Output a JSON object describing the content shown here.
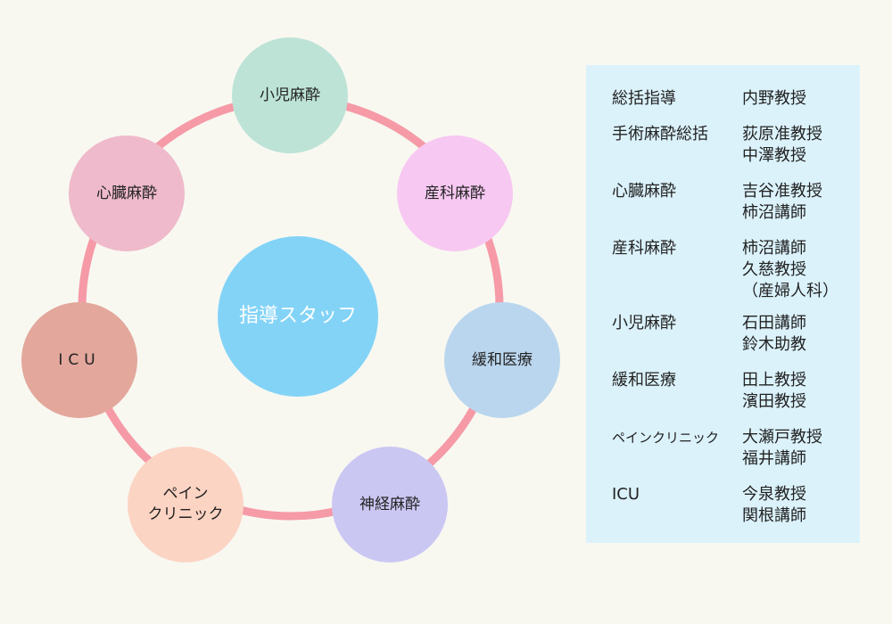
{
  "diagram": {
    "center": "指導スタッフ",
    "nodes": [
      {
        "key": "peds",
        "label": "小児麻酔"
      },
      {
        "key": "obst",
        "label": "産科麻酔"
      },
      {
        "key": "pall",
        "label": "緩和医療"
      },
      {
        "key": "neuro",
        "label": "神経麻酔"
      },
      {
        "key": "pain",
        "label": "ペイン\nクリニック"
      },
      {
        "key": "icu",
        "label": "ICU"
      },
      {
        "key": "card",
        "label": "心臓麻酔"
      }
    ],
    "colors": {
      "ring": "#f59aa6",
      "center": "#83d3f7",
      "panel": "#dbf2fb",
      "background": "#f8f8f1"
    }
  },
  "staff_table": [
    {
      "dept": "総括指導",
      "staff": "内野教授"
    },
    {
      "dept": "手術麻酔総括",
      "staff": "荻原准教授\n中澤教授"
    },
    {
      "dept": "心臓麻酔",
      "staff": "吉谷准教授\n柿沼講師"
    },
    {
      "dept": "産科麻酔",
      "staff": "柿沼講師\n久慈教授\n（産婦人科）"
    },
    {
      "dept": "小児麻酔",
      "staff": "石田講師\n鈴木助教"
    },
    {
      "dept": "緩和医療",
      "staff": "田上教授\n濱田教授"
    },
    {
      "dept": "ペインクリニック",
      "staff": "大瀬戸教授\n福井講師"
    },
    {
      "dept": "ICU",
      "staff": "今泉教授\n関根講師"
    }
  ]
}
